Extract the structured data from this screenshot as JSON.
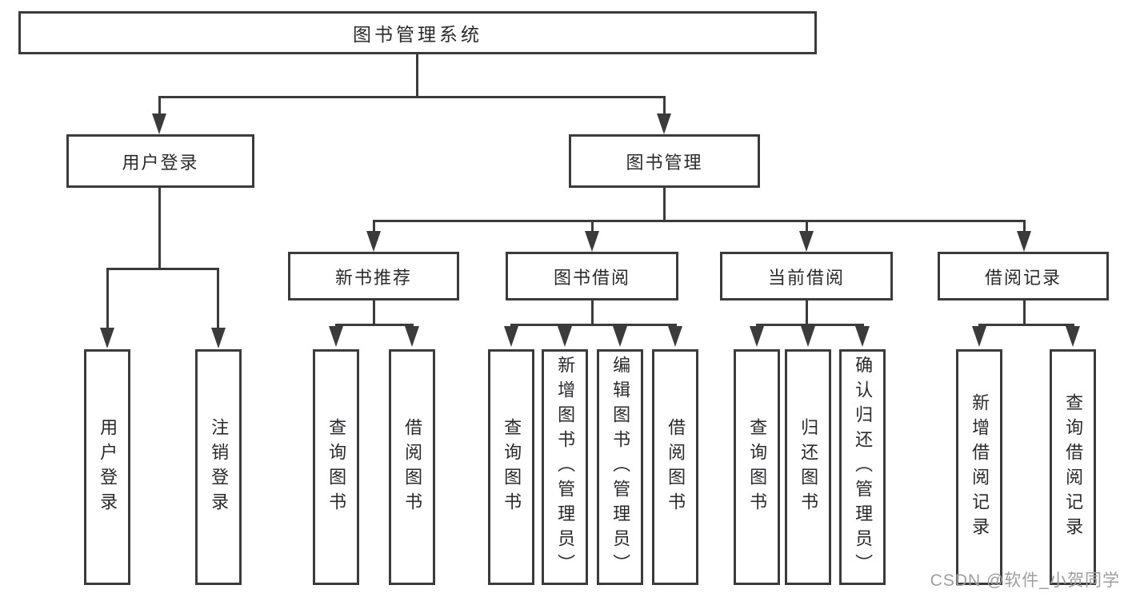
{
  "diagram": {
    "root": {
      "label": "图书管理系统"
    },
    "branches": [
      {
        "label": "用户登录",
        "children": [
          {
            "label": "用户登录"
          },
          {
            "label": "注销登录"
          }
        ]
      },
      {
        "label": "图书管理",
        "sections": [
          {
            "label": "新书推荐",
            "children": [
              {
                "label": "查询图书"
              },
              {
                "label": "借阅图书"
              }
            ]
          },
          {
            "label": "图书借阅",
            "children": [
              {
                "label": "查询图书"
              },
              {
                "label": "新增图书（管理员）"
              },
              {
                "label": "编辑图书（管理员）"
              },
              {
                "label": "借阅图书"
              }
            ]
          },
          {
            "label": "当前借阅",
            "children": [
              {
                "label": "查询图书"
              },
              {
                "label": "归还图书"
              },
              {
                "label": "确认归还（管理员）"
              }
            ]
          },
          {
            "label": "借阅记录",
            "children": [
              {
                "label": "新增借阅记录"
              },
              {
                "label": "查询借阅记录"
              }
            ]
          }
        ]
      }
    ]
  },
  "watermark": {
    "text": "CSDN @软件_小贺同学"
  },
  "colors": {
    "line": "#3b3b3b",
    "text": "#2a2a2e",
    "watermark": "#9e9e9e",
    "background": "#ffffff"
  }
}
